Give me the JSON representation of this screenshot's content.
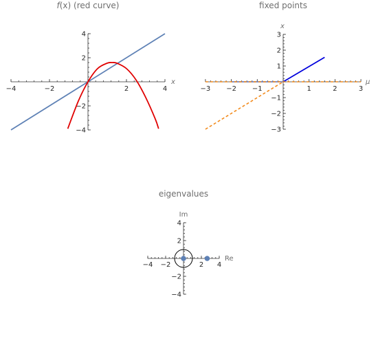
{
  "chart_data": [
    {
      "type": "line",
      "title": "f(x) (red curve)",
      "title_var": "f",
      "title_rest": "(x) (red curve)",
      "xlabel": "x",
      "ylabel": "",
      "xlim": [
        -4,
        4
      ],
      "ylim": [
        -4,
        4
      ],
      "xticks": [
        -4,
        -2,
        0,
        2,
        4
      ],
      "xtick_labels": [
        "−4",
        "−2",
        "",
        "2",
        "4"
      ],
      "yticks": [
        -4,
        -2,
        0,
        2,
        4
      ],
      "ytick_labels": [
        "−4",
        "−2",
        "",
        "2",
        "4"
      ],
      "series": [
        {
          "color": "#5e81b5",
          "style": "solid",
          "x": [
            -4,
            4
          ],
          "y": [
            -4,
            4
          ]
        },
        {
          "color": "#e00000",
          "style": "solid",
          "x": [
            -1.05,
            -0.5,
            0,
            0.5,
            1,
            1.25,
            1.5,
            2,
            2.5,
            3,
            3.5,
            3.67
          ],
          "y": [
            -3.9,
            -1.6,
            0,
            1.1,
            1.55,
            1.6,
            1.55,
            1.1,
            0.15,
            -1.3,
            -3.1,
            -3.9
          ]
        }
      ]
    },
    {
      "type": "line",
      "title": "fixed points",
      "xlabel": "μ",
      "ylabel": "x",
      "xlim": [
        -3,
        3
      ],
      "ylim": [
        -3,
        3
      ],
      "xticks": [
        -3,
        -2,
        -1,
        0,
        1,
        2,
        3
      ],
      "xtick_labels": [
        "−3",
        "−2",
        "−1",
        "",
        "1",
        "2",
        "3"
      ],
      "yticks": [
        -3,
        -2,
        -1,
        0,
        1,
        2,
        3
      ],
      "ytick_labels": [
        "−3",
        "−2",
        "−1",
        "",
        "1",
        "2",
        "3"
      ],
      "series": [
        {
          "color": "#0000dd",
          "style": "solid",
          "x": [
            0,
            1.6
          ],
          "y": [
            0,
            1.55
          ]
        },
        {
          "color": "#6f7fbf",
          "style": "solid",
          "x": [
            -2,
            0
          ],
          "y": [
            0,
            0
          ]
        },
        {
          "color": "#f28a1b",
          "style": "dashed",
          "x": [
            -3,
            3
          ],
          "y": [
            0,
            0
          ]
        },
        {
          "color": "#f28a1b",
          "style": "dashed",
          "x": [
            -3,
            0
          ],
          "y": [
            -3,
            0
          ]
        }
      ]
    },
    {
      "type": "scatter",
      "title": "eigenvalues",
      "xlabel": "Re",
      "ylabel": "Im",
      "xlim": [
        -4,
        4
      ],
      "ylim": [
        -4,
        4
      ],
      "xticks": [
        -4,
        -2,
        0,
        2,
        4
      ],
      "xtick_labels": [
        "−4",
        "−2",
        "",
        "2",
        "4"
      ],
      "yticks": [
        -4,
        -2,
        0,
        2,
        4
      ],
      "ytick_labels": [
        "−4",
        "−2",
        "",
        "2",
        "4"
      ],
      "unit_circle": {
        "center": [
          0,
          0
        ],
        "radius": 1,
        "color": "#000000"
      },
      "points": {
        "color": "#5e81b5",
        "x": [
          0,
          2.65
        ],
        "y": [
          0,
          0
        ]
      }
    }
  ]
}
